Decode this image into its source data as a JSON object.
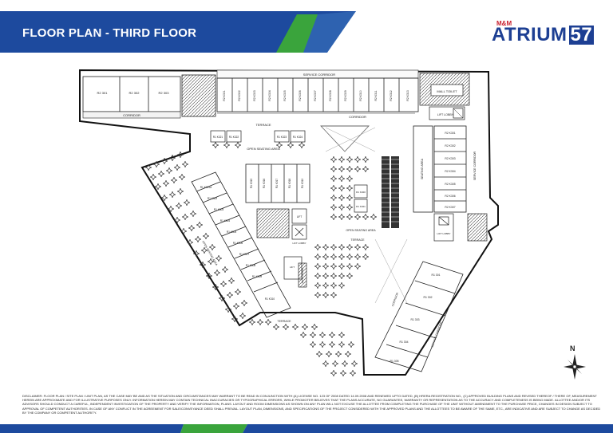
{
  "header": {
    "title": "FLOOR PLAN - THIRD FLOOR",
    "logo_brand": "M&M",
    "logo_name": "ATRIUM",
    "logo_number": "57",
    "colors": {
      "blue": "#1d4a9e",
      "green": "#3aa43c",
      "logo_blue": "#1d3f93",
      "logo_red": "#c8202f"
    }
  },
  "plan": {
    "top_units": [
      "R2 301",
      "R2 302",
      "R2 303"
    ],
    "small_units": [
      "R2 K301",
      "R2 K302",
      "R2 K303",
      "R2 K304",
      "R2 K305",
      "R2 K306",
      "R2 K307",
      "R2 K308",
      "R2 K309",
      "R2 K310",
      "R2 K311",
      "R2 K312",
      "R2 K313"
    ],
    "right_units": [
      "R2 K301",
      "R2 K302",
      "R2 K303",
      "R2 K304",
      "R2 K305",
      "R2 K306",
      "R2 K307"
    ],
    "terrace_kiosks": [
      "R1 K321",
      "R1 K322",
      "R1 K323",
      "R1 K324"
    ],
    "center_kiosks": [
      "R1 K315",
      "R1 K316",
      "R1 K317",
      "R1 K318",
      "R1 K319"
    ],
    "center_side_kiosks": [
      "R1 K320",
      "R1 K321"
    ],
    "diagonal_units": [
      "R1 K301A",
      "R1 K302",
      "R1 K303",
      "R1 K304",
      "R1 K305",
      "R1 K306",
      "R1 K307",
      "R1 K308",
      "R1 K309",
      "R1 K310"
    ],
    "bottom_units": [
      "R1 301",
      "R1 302",
      "R1 303",
      "R1 304",
      "R1 305"
    ],
    "labels": {
      "service_corridor_top": "SERVICE CORRIDOR",
      "corridor_left": "CORRIDOR",
      "corridor_mid": "CORRIDOR",
      "corridor_bottom": "CORRIDOR",
      "service_corridor_right": "SERVICE CORRIDOR",
      "service_corridor_bottom": "SERVICE CORRIDOR",
      "terrace_top": "TERRACE",
      "terrace_center": "TERRACE",
      "terrace_bottom": "TERRACE",
      "open_seating_1": "OPEN SEATING AREA",
      "open_seating_2": "OPEN SEATING AREA",
      "seating_area": "SEATING AREA",
      "open_seating_diag": "OPEN SEATING AREA",
      "mall_toilet": "MALL TOILET",
      "lift_lobby_1": "LIFT LOBBY",
      "lift_lobby_2": "LIFT LOBBY",
      "lift_lobby_3": "LIFT LOBBY",
      "lift_1": "LIFT",
      "lift_2": "LIFT",
      "washroom": "WASH ROOM",
      "compass": "N"
    }
  },
  "disclaimer": "DISCLAIMER: FLOOR PLAN / SITE PLAN / UNIT PLAN, AS THE CASE MAY BE AND AS THE SITUATION AND CIRCUMSTANCES MAY WARRANT TO BE READ IN CONJUNCTION WITH (A) LICENSE NO. 123 OF 2008 DATED 14.09.2008 AND RENEWED UPTO DATED, (B) HRERA REGISTRATION NO., (C) APPROVED BUILDING PLANS AND REVISED THEREOF / THERE OF, MEASUREMENT HEREIN ARE APPROXIMATE AND FOR ILLUSTRATIVE PURPOSES ONLY. INFORMATION HEREIN MAY CONTAIN TECHNICAL INACCURACIES OR TYPOGRAPHICAL ERRORS, WHILE PROMOTER BELIEVES THAT THE PLANS ACCURATE, NO GUARANTEE, WARRANTY OR REPRESENTATION AS TO THE ACCURACY AND COMPLETENESS IS BEING MADE. ALLOTTEE AND/OR ITS ADVISORS SHOULD CONDUCT A CAREFUL, INDEPENDENT INVESTIGATION OF THE PROPERTY AND VERIFY THE INFORMATION, PLANS. LAYOUT AND ROOM DIMENSIONS AS SHOWN ON ANY PLAN WILL NOT EXCUSE THE ALLOTTEE FROM COMPLETING THE PURCHASE OF THE UNIT WITHOUT AMENDMENT TO THE PURCHASE PRICE, CHANGES IN DESIGN SUBJECT TO APPROVAL OF COMPETENT AUTHORITIES. IN CASE OF ANY CONFLICT IN THE AGREEMENT FOR SALE/CONVEYANCE DEED SHALL PREVAIL. LAYOUT PLAN, DIMENSIONS, AND SPECIFICATIONS OF THE PROJECT CONSIDERED WITH THE APPROVED PLANS AND THE ALLOTTEES TO BE AWARE OF THE SAME, ETC., ARE INDICATIVE AND ARE SUBJECT TO CHANGE AS DECIDED BY THE COMPANY OR COMPETENT AUTHORITY."
}
